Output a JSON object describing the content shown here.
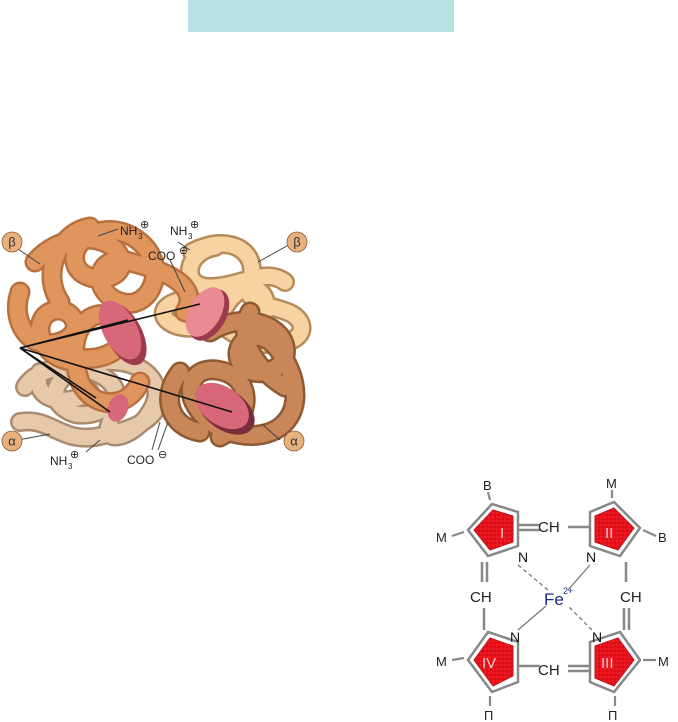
{
  "hemoglobin": {
    "chains": {
      "beta_left": "β",
      "beta_right": "β",
      "alpha_left": "α",
      "alpha_right": "α"
    },
    "termini": {
      "nh3_top_left": "NH",
      "nh3_top_left_sub": "3",
      "nh3_top_left_sup": "⊕",
      "nh3_top_right": "NH",
      "nh3_top_right_sub": "3",
      "nh3_top_right_sup": "⊕",
      "coo_top": "COO",
      "coo_top_sup": "⊖",
      "nh3_bottom": "NH",
      "nh3_bottom_sub": "3",
      "nh3_bottom_sup": "⊕",
      "coo_bottom": "COO",
      "coo_bottom_sup": "⊖"
    },
    "colors": {
      "beta_left": "#e0955c",
      "beta_right": "#f6d3a0",
      "alpha_left": "#e6c9ab",
      "alpha_right": "#c88659",
      "heme_disk": "#d9677a"
    }
  },
  "heme": {
    "center_atom": "Fe",
    "center_charge": "2+",
    "ring_labels": [
      "I",
      "II",
      "III",
      "IV"
    ],
    "nitrogen": "N",
    "methine": "CH",
    "substituents": {
      "top_left": "B",
      "top_right": "M",
      "left_upper": "M",
      "right_upper": "B",
      "left_lower": "M",
      "right_lower": "M",
      "bottom_left": "П",
      "bottom_right": "П"
    },
    "colors": {
      "ring_fill": "#e8121b",
      "fe_color": "#1a2a8c"
    }
  }
}
